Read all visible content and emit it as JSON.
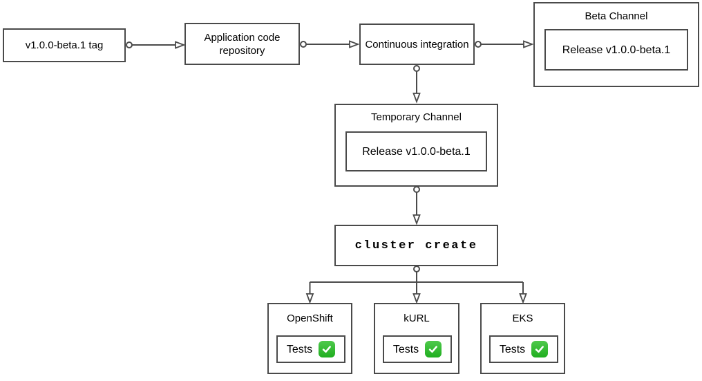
{
  "diagram": {
    "nodes": {
      "version_tag": {
        "label": "v1.0.0-beta.1 tag"
      },
      "app_repo": {
        "label": "Application code repository"
      },
      "ci": {
        "label": "Continuous integration"
      },
      "beta_channel": {
        "title": "Beta Channel",
        "release_label": "Release v1.0.0-beta.1"
      },
      "temporary_channel": {
        "title": "Temporary Channel",
        "release_label": "Release v1.0.0-beta.1"
      },
      "cluster_create": {
        "label": "cluster create"
      }
    },
    "clusters": [
      {
        "title": "OpenShift",
        "tests_label": "Tests",
        "status_icon": "check-mark-button"
      },
      {
        "title": "kURL",
        "tests_label": "Tests",
        "status_icon": "check-mark-button"
      },
      {
        "title": "EKS",
        "tests_label": "Tests",
        "status_icon": "check-mark-button"
      }
    ],
    "colors": {
      "border": "#4a4a4a",
      "background": "#ffffff",
      "text": "#000000",
      "check_green": "#1fae1f",
      "check_green_light": "#4fc94c",
      "check_white": "#ffffff"
    }
  }
}
